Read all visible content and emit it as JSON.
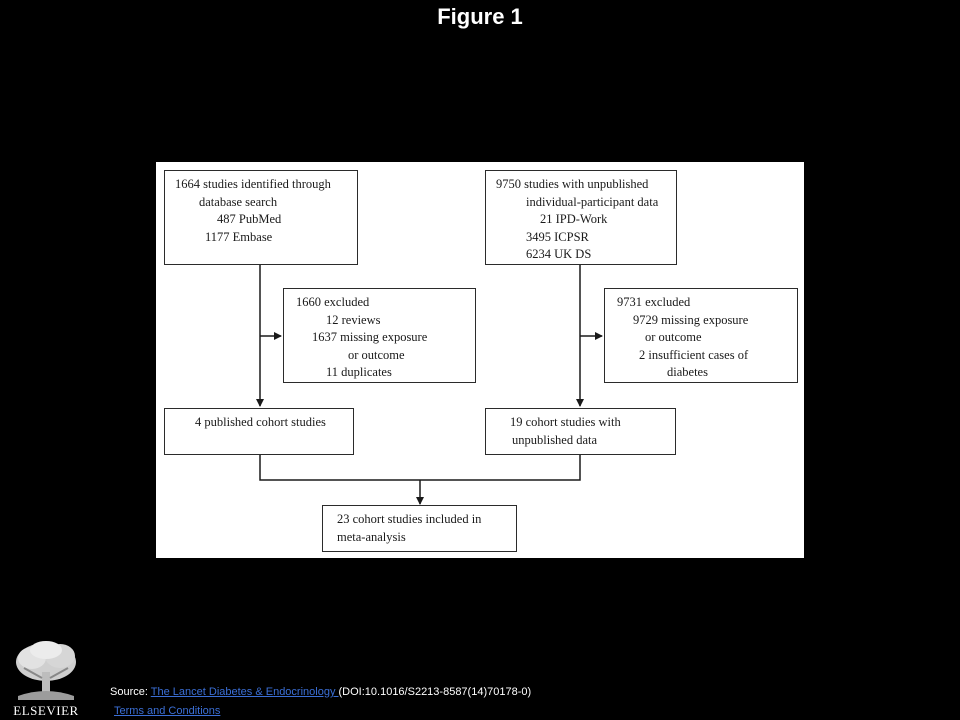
{
  "page": {
    "title": "Figure 1"
  },
  "flowchart": {
    "box_left_top": [
      "1664 studies identified through",
      "database search",
      "487 PubMed",
      "1177 Embase"
    ],
    "box_right_top": [
      "9750 studies with unpublished",
      "individual-participant data",
      "21 IPD-Work",
      "3495 ICPSR",
      "6234 UK DS"
    ],
    "box_left_excluded": [
      "1660 excluded",
      "12 reviews",
      "1637 missing exposure",
      "or outcome",
      "11 duplicates"
    ],
    "box_right_excluded": [
      "9731 excluded",
      "9729 missing exposure",
      "or outcome",
      "2 insufficient cases of",
      "diabetes"
    ],
    "box_left_mid": [
      "4 published cohort studies"
    ],
    "box_right_mid": [
      "19 cohort studies with",
      "unpublished data"
    ],
    "box_bottom": [
      "23 cohort studies included in",
      "meta-analysis"
    ]
  },
  "footer": {
    "source_prefix": "Source: ",
    "journal_link": "The Lancet Diabetes & Endocrinology ",
    "doi": " (DOI:10.1016/S2213-8587(14)70178-0)",
    "terms_link": "Terms and Conditions",
    "logo_text": "ELSEVIER"
  },
  "colors": {
    "background": "#000000",
    "panel": "#ffffff",
    "link": "#3b6fd6"
  },
  "icons": [
    "elsevier-tree-logo"
  ]
}
